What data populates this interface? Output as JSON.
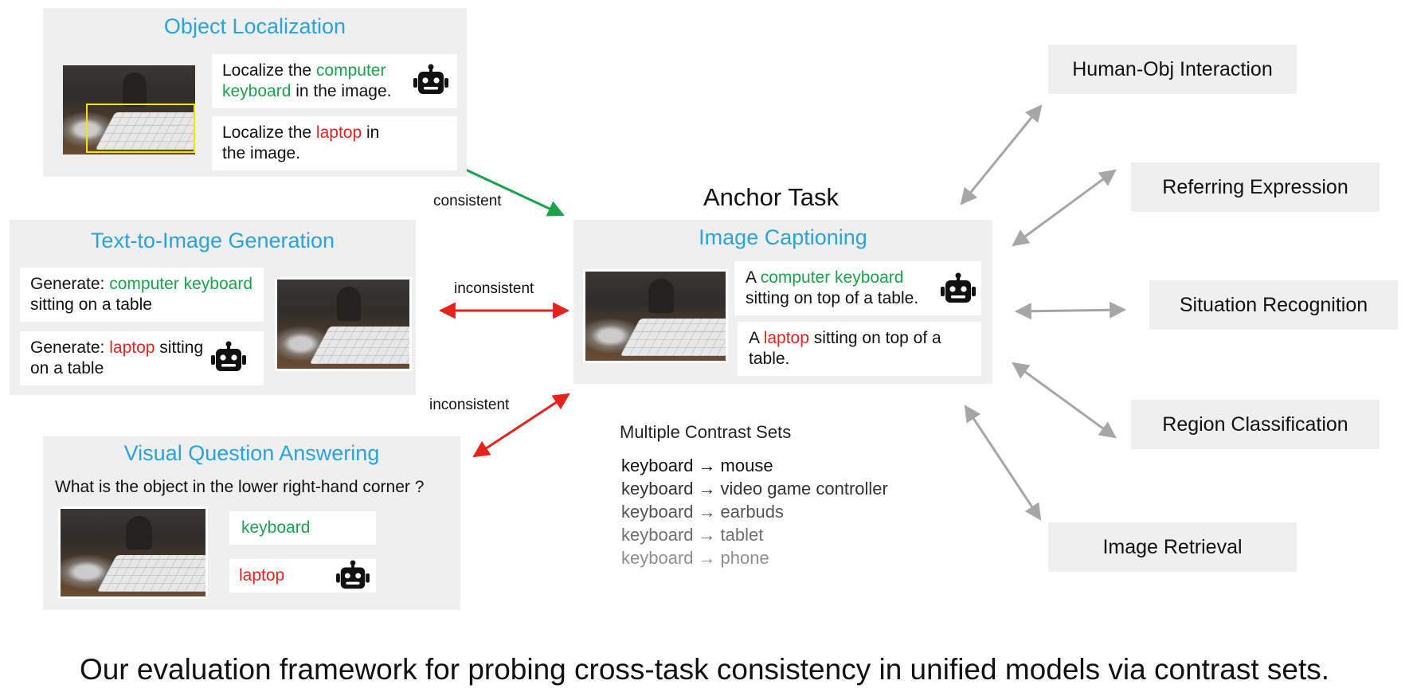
{
  "object_localization": {
    "title": "Object Localization",
    "prompt1": {
      "pre": "Localize the ",
      "highlight": "computer keyboard",
      "post": " in the image."
    },
    "prompt2": {
      "pre": "Localize the ",
      "highlight": "laptop",
      "post": " in the image."
    }
  },
  "text_to_image": {
    "title": "Text-to-Image Generation",
    "prompt1": {
      "pre": "Generate: ",
      "highlight": "computer keyboard",
      "post": " sitting on a table"
    },
    "prompt2": {
      "pre": "Generate: ",
      "highlight": "laptop",
      "post": " sitting on a table"
    }
  },
  "vqa": {
    "title": "Visual Question Answering",
    "question": "What is the object in the lower right-hand corner ?",
    "answer1": "keyboard",
    "answer2": "laptop"
  },
  "anchor": {
    "heading": "Anchor Task",
    "title": "Image Captioning",
    "caption1": {
      "pre": "A ",
      "highlight": "computer keyboard",
      "post": " sitting on top of a table."
    },
    "caption2": {
      "pre": "A ",
      "highlight": "laptop",
      "post": " sitting on top of a table."
    }
  },
  "edge_labels": {
    "consistent": "consistent",
    "inconsistent_t2i": "inconsistent",
    "inconsistent_vqa": "inconsistent"
  },
  "contrast_sets": {
    "heading": "Multiple Contrast Sets",
    "arrow": "→",
    "items": [
      {
        "from": "keyboard",
        "to": "mouse",
        "color": "#111111"
      },
      {
        "from": "keyboard",
        "to": "video game controller",
        "color": "#333333"
      },
      {
        "from": "keyboard",
        "to": "earbuds",
        "color": "#555555"
      },
      {
        "from": "keyboard",
        "to": "tablet",
        "color": "#707070"
      },
      {
        "from": "keyboard",
        "to": "phone",
        "color": "#8e8e8e"
      }
    ]
  },
  "related_tasks": {
    "hoi": "Human-Obj Interaction",
    "referring": "Referring Expression",
    "situation": "Situation Recognition",
    "region": "Region Classification",
    "retrieval": "Image Retrieval"
  },
  "caption": "Our evaluation framework for probing cross-task consistency in unified models via contrast sets.",
  "colors": {
    "title_blue": "#29a3da",
    "consistent_green": "#1aa34a",
    "inconsistent_red": "#e5231c",
    "arrow_gray": "#a6a6a6",
    "panel_bg": "#efefef"
  },
  "icons": {
    "robot": "robot-icon"
  }
}
